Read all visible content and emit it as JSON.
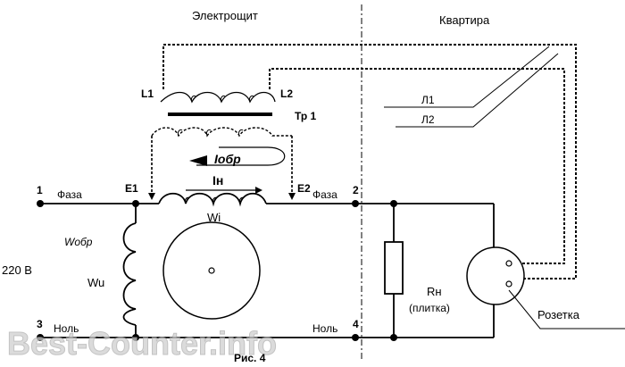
{
  "headers": {
    "panel": "Электрощит",
    "apartment": "Квартира"
  },
  "terminals": {
    "t1": "1",
    "t2": "2",
    "t3": "3",
    "t4": "4"
  },
  "wires": {
    "phase_left": "Фаза",
    "phase_right": "Фаза",
    "neutral_left": "Ноль",
    "neutral_right": "Ноль"
  },
  "transformer": {
    "l1": "L1",
    "l2": "L2",
    "name": "Тр 1"
  },
  "currents": {
    "i_obr": "Iобр",
    "i_n": "Iн"
  },
  "coils": {
    "wi": "Wi",
    "wobr": "Wобр",
    "wu": "Wu"
  },
  "electrodes": {
    "e1": "E1",
    "e2": "E2"
  },
  "voltage": "220 В",
  "lines": {
    "l1": "Л1",
    "l2": "Л2"
  },
  "load": {
    "name": "Rн",
    "note": "(плитка)"
  },
  "socket": "Розетка",
  "caption": "Рис. 4",
  "watermark": "Best-Counter.info"
}
